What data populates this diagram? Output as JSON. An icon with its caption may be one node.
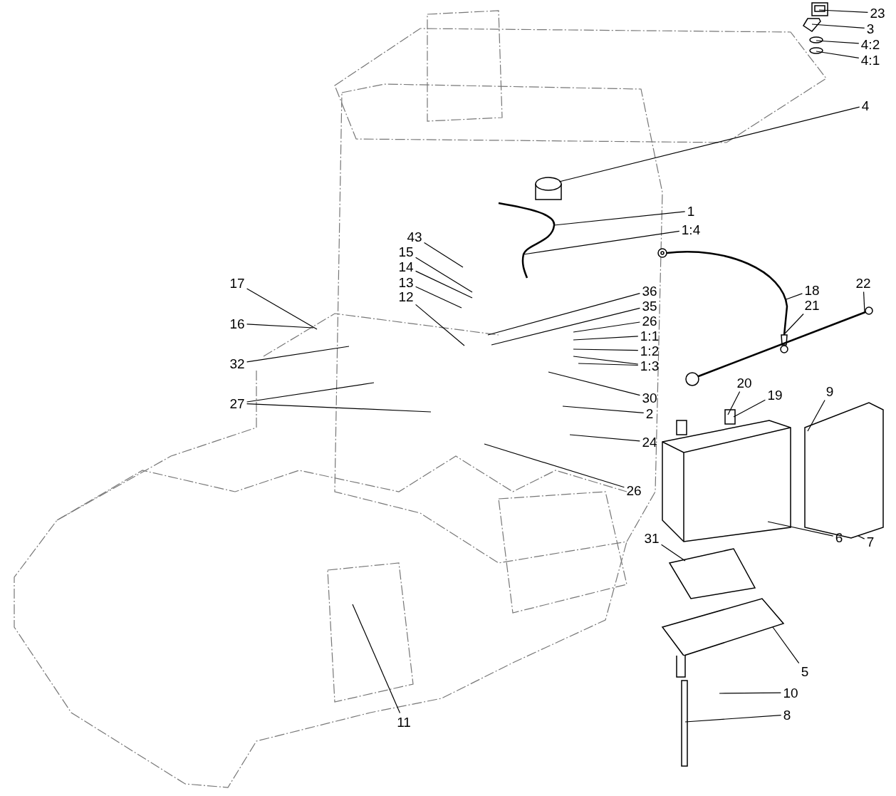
{
  "diagram": {
    "nodes": [
      {
        "text": [
          "23"
        ]
      },
      {
        "text": [
          "3"
        ]
      },
      {
        "text": [
          "4:2"
        ]
      },
      {
        "text": [
          "4:1"
        ]
      },
      {
        "text": [
          "4"
        ]
      },
      {
        "text": [
          "1"
        ]
      },
      {
        "text": [
          "1:4"
        ]
      },
      {
        "text": [
          "43"
        ]
      },
      {
        "text": [
          "15"
        ]
      },
      {
        "text": [
          "14"
        ]
      },
      {
        "text": [
          "13"
        ]
      },
      {
        "text": [
          "12"
        ]
      },
      {
        "text": [
          "17"
        ]
      },
      {
        "text": [
          "16"
        ]
      },
      {
        "text": [
          "32"
        ]
      },
      {
        "text": [
          "27"
        ]
      },
      {
        "text": [
          "36"
        ]
      },
      {
        "text": [
          "35"
        ]
      },
      {
        "text": [
          "26"
        ]
      },
      {
        "text": [
          "1:1"
        ]
      },
      {
        "text": [
          "1:2"
        ]
      },
      {
        "text": [
          "1:3"
        ]
      },
      {
        "text": [
          "30"
        ]
      },
      {
        "text": [
          "2"
        ]
      },
      {
        "text": [
          "24"
        ]
      },
      {
        "text": [
          "26"
        ]
      },
      {
        "text": [
          "18"
        ]
      },
      {
        "text": [
          "21"
        ]
      },
      {
        "text": [
          "22"
        ]
      },
      {
        "text": [
          "20"
        ]
      },
      {
        "text": [
          "19"
        ]
      },
      {
        "text": [
          "9"
        ]
      },
      {
        "text": [
          "7"
        ]
      },
      {
        "text": [
          "6"
        ]
      },
      {
        "text": [
          "31"
        ]
      },
      {
        "text": [
          "5"
        ]
      },
      {
        "text": [
          "10"
        ]
      },
      {
        "text": [
          "8"
        ]
      },
      {
        "text": [
          "11"
        ]
      },
      {
        "text": [],
        "shape": "picture"
      },
      {
        "text": [],
        "shape": "picture"
      },
      {
        "text": [],
        "shape": "circle"
      },
      {
        "text": [],
        "shape": "circle"
      },
      {
        "text": [],
        "shape": "cylinder"
      },
      {
        "text": [],
        "shape": "picture"
      },
      {
        "text": [],
        "shape": "picture"
      },
      {
        "text": [],
        "shape": "picture"
      },
      {
        "text": [],
        "shape": "picture"
      },
      {
        "text": [],
        "shape": "picture"
      },
      {
        "text": [],
        "shape": "picture"
      },
      {
        "text": [],
        "shape": "picture"
      },
      {
        "text": [],
        "shape": "bar"
      }
    ],
    "edges": [
      {
        "from": 0,
        "to": 39,
        "arrow": "none"
      },
      {
        "from": 1,
        "to": 40,
        "arrow": "none"
      },
      {
        "from": 2,
        "to": 41,
        "arrow": "none"
      },
      {
        "from": 3,
        "to": 42,
        "arrow": "none"
      },
      {
        "from": 4,
        "to": 43,
        "arrow": "none"
      },
      {
        "from": 5,
        "to": 44,
        "arrow": "none"
      },
      {
        "from": 6,
        "to": 44,
        "arrow": "none"
      },
      {
        "from": 7,
        "to": null,
        "arrow": "none"
      },
      {
        "from": 8,
        "to": null,
        "arrow": "none"
      },
      {
        "from": 9,
        "to": null,
        "arrow": "none"
      },
      {
        "from": 10,
        "to": null,
        "arrow": "none"
      },
      {
        "from": 11,
        "to": null,
        "arrow": "none"
      },
      {
        "from": 12,
        "to": null,
        "arrow": "none"
      },
      {
        "from": 13,
        "to": null,
        "arrow": "none"
      },
      {
        "from": 14,
        "to": null,
        "arrow": "none"
      },
      {
        "from": 15,
        "to": null,
        "arrow": "none"
      },
      {
        "from": 15,
        "to": null,
        "arrow": "none"
      },
      {
        "from": 16,
        "to": null,
        "arrow": "none"
      },
      {
        "from": 17,
        "to": null,
        "arrow": "none"
      },
      {
        "from": 18,
        "to": null,
        "arrow": "none"
      },
      {
        "from": 19,
        "to": null,
        "arrow": "none"
      },
      {
        "from": 20,
        "to": null,
        "arrow": "none"
      },
      {
        "from": 21,
        "to": null,
        "arrow": "none"
      },
      {
        "from": 21,
        "to": null,
        "arrow": "none"
      },
      {
        "from": 22,
        "to": null,
        "arrow": "none"
      },
      {
        "from": 23,
        "to": null,
        "arrow": "none"
      },
      {
        "from": 24,
        "to": null,
        "arrow": "none"
      },
      {
        "from": 25,
        "to": null,
        "arrow": "none"
      },
      {
        "from": 26,
        "to": 45,
        "arrow": "none"
      },
      {
        "from": 27,
        "to": 45,
        "arrow": "none"
      },
      {
        "from": 28,
        "to": 46,
        "arrow": "none"
      },
      {
        "from": 29,
        "to": 47,
        "arrow": "none"
      },
      {
        "from": 30,
        "to": 47,
        "arrow": "none"
      },
      {
        "from": 31,
        "to": 48,
        "arrow": "none"
      },
      {
        "from": 32,
        "to": 48,
        "arrow": "none"
      },
      {
        "from": 33,
        "to": 47,
        "arrow": "none"
      },
      {
        "from": 34,
        "to": 49,
        "arrow": "none"
      },
      {
        "from": 35,
        "to": 50,
        "arrow": "none"
      },
      {
        "from": 36,
        "to": null,
        "arrow": "none"
      },
      {
        "from": 37,
        "to": 51,
        "arrow": "none"
      },
      {
        "from": 38,
        "to": null,
        "arrow": "none"
      }
    ]
  }
}
